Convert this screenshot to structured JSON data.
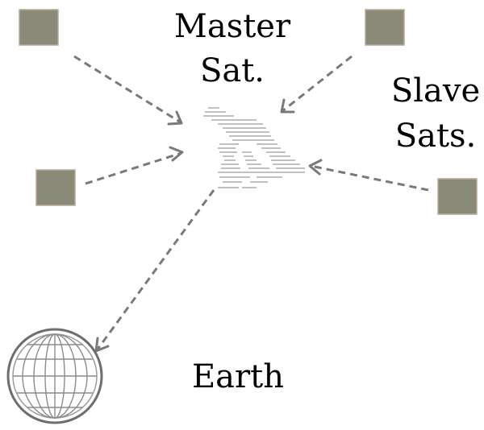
{
  "labels": {
    "master_line1": "Master",
    "master_line2": "Sat.",
    "slave_line1": "Slave",
    "slave_line2": "Sats.",
    "earth": "Earth"
  },
  "colors": {
    "slave_sat_fill": "#8a8a78",
    "link_stroke": "#7a7a7a",
    "globe_stroke": "#7a7a7a"
  },
  "nodes": {
    "master": "master-satellite-icon",
    "slaves": [
      "slave-satellite-top-left",
      "slave-satellite-top-right",
      "slave-satellite-mid-left",
      "slave-satellite-mid-right"
    ],
    "earth": "earth-globe-icon"
  },
  "links": [
    {
      "from": "slave-satellite-top-left",
      "to": "master-satellite-icon"
    },
    {
      "from": "slave-satellite-top-right",
      "to": "master-satellite-icon"
    },
    {
      "from": "slave-satellite-mid-left",
      "to": "master-satellite-icon"
    },
    {
      "from": "slave-satellite-mid-right",
      "to": "master-satellite-icon"
    },
    {
      "from": "master-satellite-icon",
      "to": "earth-globe-icon"
    }
  ]
}
